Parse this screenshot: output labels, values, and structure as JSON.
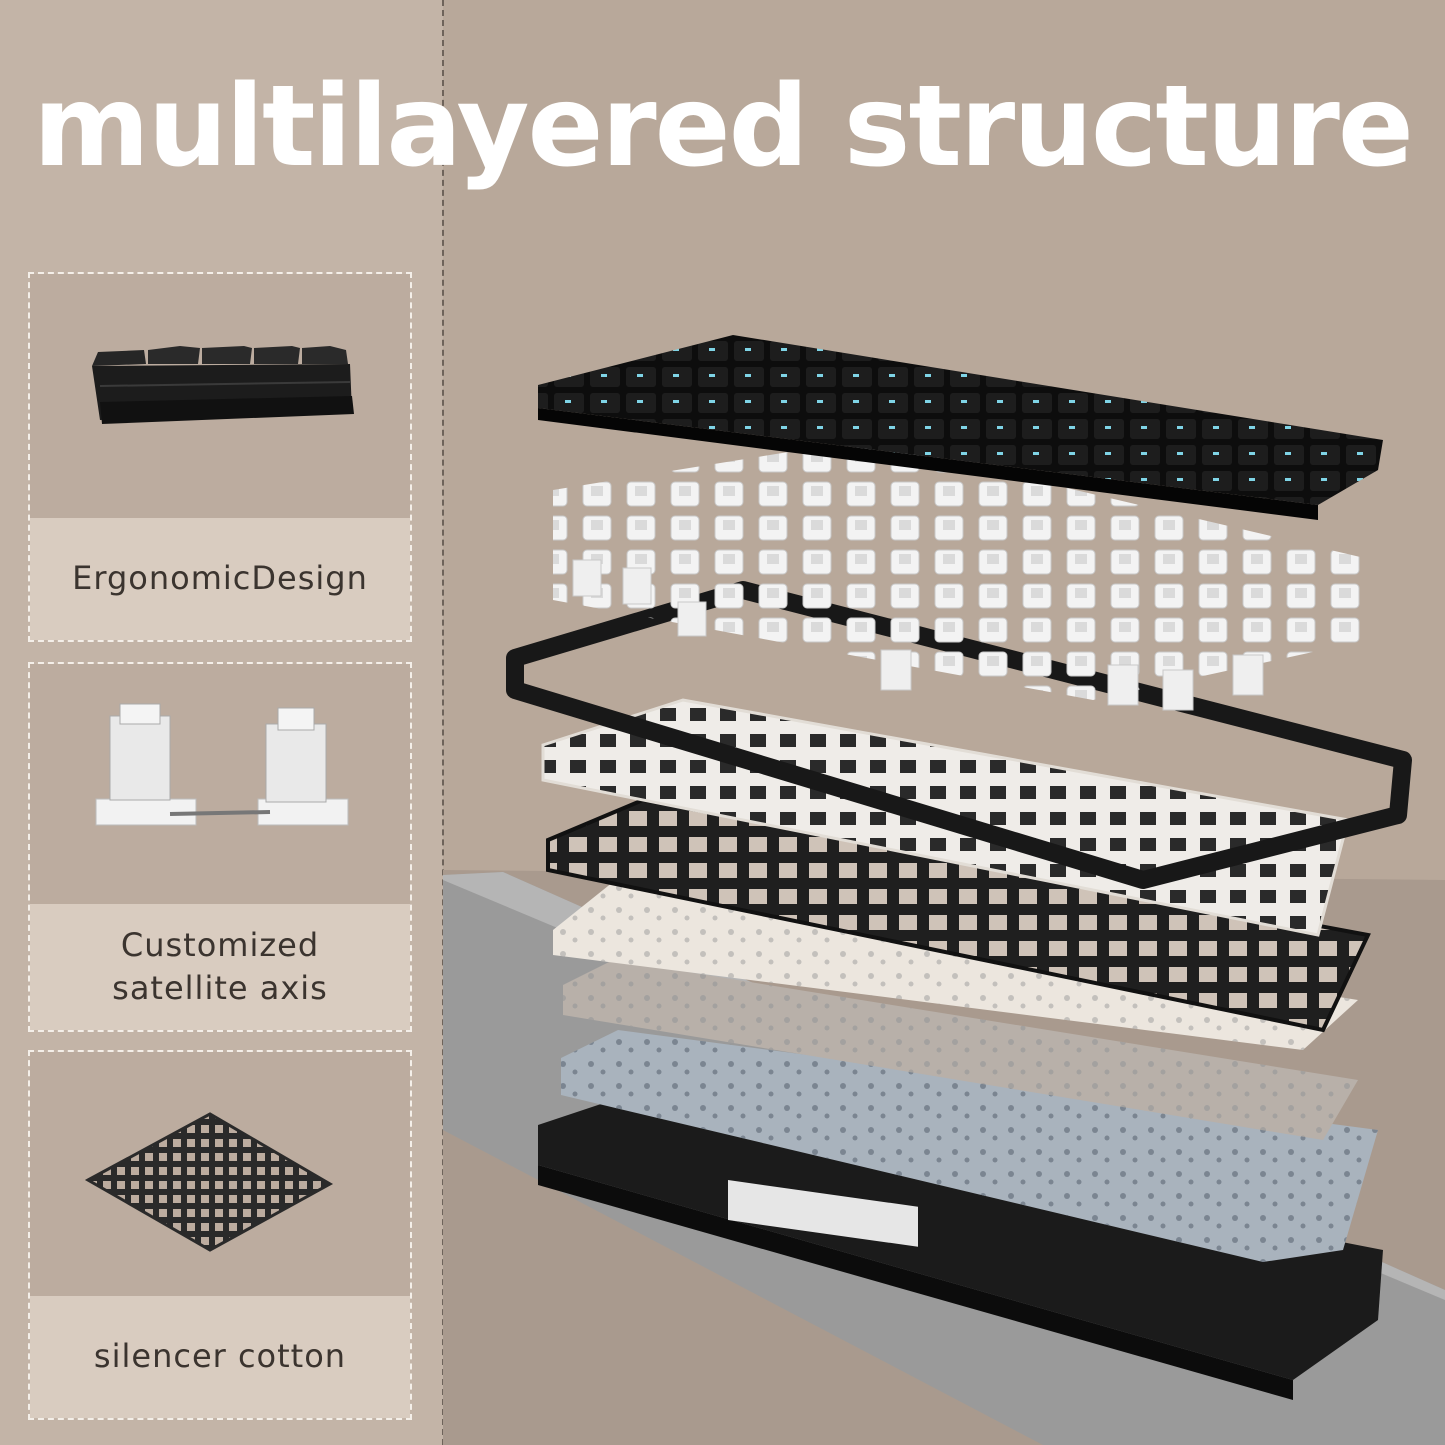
{
  "title": "multilayered structure",
  "cards": [
    {
      "label": "ErgonomicDesign",
      "icon": "keyboard-side-icon"
    },
    {
      "label": "Customized\nsatellite axis",
      "icon": "stabilizer-icon"
    },
    {
      "label": "silencer cotton",
      "icon": "foam-plate-icon"
    }
  ],
  "colors": {
    "background": "#b8a89a",
    "left_strip": "#c3b4a7",
    "label_bg": "#d9ccc0",
    "title_text": "#ffffff",
    "label_text": "#3b342f"
  }
}
